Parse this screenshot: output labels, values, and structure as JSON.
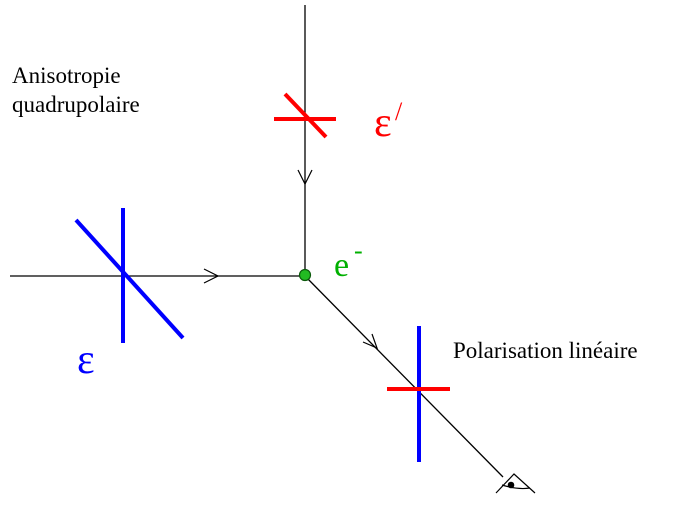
{
  "labels": {
    "anisotropy_line1": "Anisotropie",
    "anisotropy_line2": "quadrupolaire",
    "polarization": "Polarisation linéaire",
    "epsilon_prime": "ε",
    "epsilon_prime_mark": "/",
    "epsilon": "ε",
    "electron": "e",
    "electron_charge": "-"
  },
  "colors": {
    "line": "#000000",
    "incident_polarization": "#0000ff",
    "scattered_polarization": "#ff0000",
    "electron": "#00aa00",
    "electron_label": "#00b000"
  },
  "icons": {
    "observer": "eye-icon"
  }
}
